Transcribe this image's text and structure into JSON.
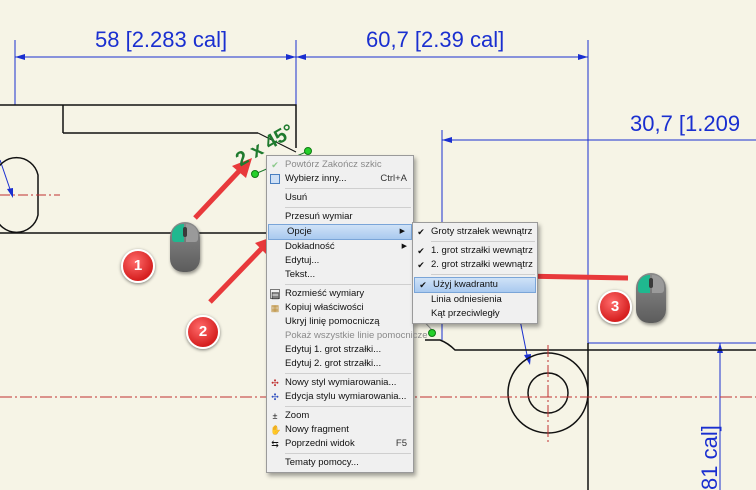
{
  "dimensions": {
    "dim1": "58 [2.283 cal]",
    "dim2": "60,7 [2.39 cal]",
    "dim3": "30,7 [1.209",
    "dim4_partial": "81 cal]",
    "chamfer": "2 x 45°"
  },
  "context_menu": {
    "items": [
      {
        "label": "Powtórz Zakończ szkic",
        "icon": "check-icon",
        "disabled": true
      },
      {
        "label": "Wybierz inny...",
        "icon": "select-other-icon",
        "shortcut": "Ctrl+A"
      },
      {
        "sep": true
      },
      {
        "label": "Usuń"
      },
      {
        "sep": true
      },
      {
        "label": "Przesuń wymiar"
      },
      {
        "label": "Opcje",
        "submenu": true,
        "highlighted": true
      },
      {
        "label": "Dokładność",
        "submenu": true
      },
      {
        "label": "Edytuj..."
      },
      {
        "label": "Tekst..."
      },
      {
        "sep": true
      },
      {
        "label": "Rozmieść wymiary",
        "icon": "arrange-icon"
      },
      {
        "label": "Kopiuj właściwości",
        "icon": "copy-properties-icon"
      },
      {
        "label": "Ukryj linię pomocniczą"
      },
      {
        "label": "Pokaż wszystkie linie pomocnicze",
        "disabled": true
      },
      {
        "label": "Edytuj 1. grot strzałki..."
      },
      {
        "label": "Edytuj 2. grot strzałki..."
      },
      {
        "sep": true
      },
      {
        "label": "Nowy styl wymiarowania...",
        "icon": "style-icon"
      },
      {
        "label": "Edycja stylu wymiarowania...",
        "icon": "style-icon"
      },
      {
        "sep": true
      },
      {
        "label": "Zoom",
        "icon": "zoom-icon"
      },
      {
        "label": "Nowy fragment",
        "icon": "pan-icon"
      },
      {
        "label": "Poprzedni widok",
        "icon": "previous-view-icon",
        "shortcut": "F5"
      },
      {
        "sep": true
      },
      {
        "label": "Tematy pomocy..."
      }
    ]
  },
  "submenu": {
    "items": [
      {
        "label": "Groty strzałek wewnątrz",
        "checked": true
      },
      {
        "sep": true
      },
      {
        "label": "1. grot strzałki wewnątrz",
        "checked": true
      },
      {
        "label": "2. grot strzałki wewnątrz",
        "checked": true
      },
      {
        "sep": true
      },
      {
        "label": "Użyj kwadrantu",
        "checked": true,
        "highlighted": true
      },
      {
        "label": "Linia odniesienia"
      },
      {
        "label": "Kąt przeciwległy"
      }
    ]
  },
  "callouts": {
    "b1": "1",
    "b2": "2",
    "b3": "3"
  },
  "colors": {
    "dimension": "#1a2fd0",
    "geometry": "#111111",
    "centerline": "#c03030",
    "chamfer": "#1e7a2e",
    "arrow": "#e8393b",
    "background": "#f6f4e6"
  }
}
